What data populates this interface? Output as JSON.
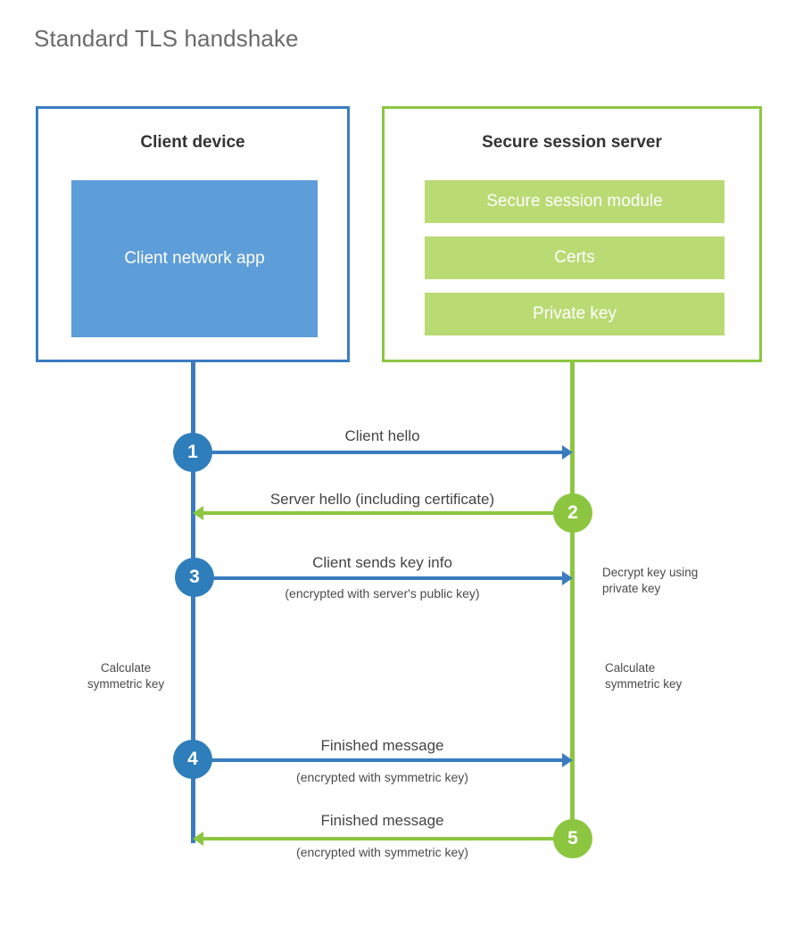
{
  "page": {
    "title": "Standard TLS handshake",
    "background": "#ffffff"
  },
  "colors": {
    "client_blue": "#3a7cbf",
    "client_circle_blue": "#2e7ebb",
    "client_app_fill": "#5d9dd8",
    "server_green": "#8cc640",
    "server_bar_fill": "#bada74",
    "title_gray": "#6b6b6b",
    "text_dark": "#333333",
    "label_gray": "#444444"
  },
  "parties": {
    "client": {
      "title": "Client device",
      "block_label": "Client network\napp"
    },
    "server": {
      "title": "Secure session server",
      "bars": [
        {
          "label": "Secure session module"
        },
        {
          "label": "Certs"
        },
        {
          "label": "Private key"
        }
      ]
    }
  },
  "steps": [
    {
      "number": "1",
      "label": "Client hello",
      "sub": "",
      "direction": "client-to-server",
      "color": "blue"
    },
    {
      "number": "2",
      "label": "Server hello (including certificate)",
      "sub": "",
      "direction": "server-to-client",
      "color": "green"
    },
    {
      "number": "3",
      "label": "Client sends key info",
      "sub": "(encrypted with server's public key)",
      "direction": "client-to-server",
      "color": "blue"
    },
    {
      "number": "4",
      "label": "Finished message",
      "sub": "(encrypted with symmetric key)",
      "direction": "client-to-server",
      "color": "blue"
    },
    {
      "number": "5",
      "label": "Finished message",
      "sub": "(encrypted with symmetric key)",
      "direction": "server-to-client",
      "color": "green"
    }
  ],
  "notes": {
    "decrypt_key": "Decrypt key using\nprivate key",
    "client_calculate": "Calculate\nsymmetric key",
    "server_calculate": "Calculate\nsymmetric key"
  }
}
